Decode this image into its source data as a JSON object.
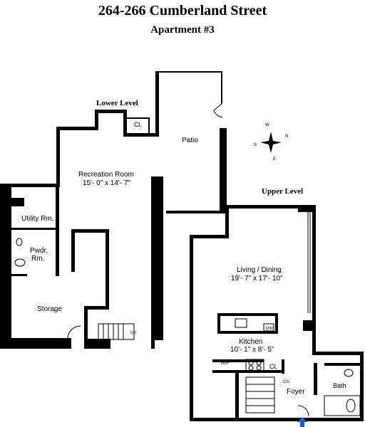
{
  "header": {
    "title": "264-266 Cumberland Street",
    "subtitle": "Apartment #3"
  },
  "levels": {
    "lower": "Lower Level",
    "upper": "Upper Level"
  },
  "compass": {
    "n": "N",
    "s": "S",
    "e": "E",
    "w": "W"
  },
  "rooms": {
    "closet_lower": "Cl.",
    "patio": "Patio",
    "recreation": {
      "name": "Recreation Room",
      "dims": "15'- 0\" x 14'- 7\""
    },
    "utility": "Utility Rm.",
    "powder_line1": "Pwdr.",
    "powder_line2": "Rm.",
    "storage": "Storage",
    "stairs_up": "Up",
    "living": {
      "name": "Living / Dining",
      "dims": "19'- 7\" x 17'- 10\""
    },
    "kitchen": {
      "name": "Kitchen",
      "dims": "10'- 1\" x 8'- 5\""
    },
    "closet_upper": "Cl.",
    "closet_upper_small": "Cls.",
    "foyer": "Foyer",
    "bath": "Bath",
    "kitchen_appliance_1": "DW",
    "kitchen_appliance_2": "REF"
  },
  "colors": {
    "wall": "#000000",
    "background": "#ffffff",
    "entry_arrow": "#1a5fd6"
  }
}
